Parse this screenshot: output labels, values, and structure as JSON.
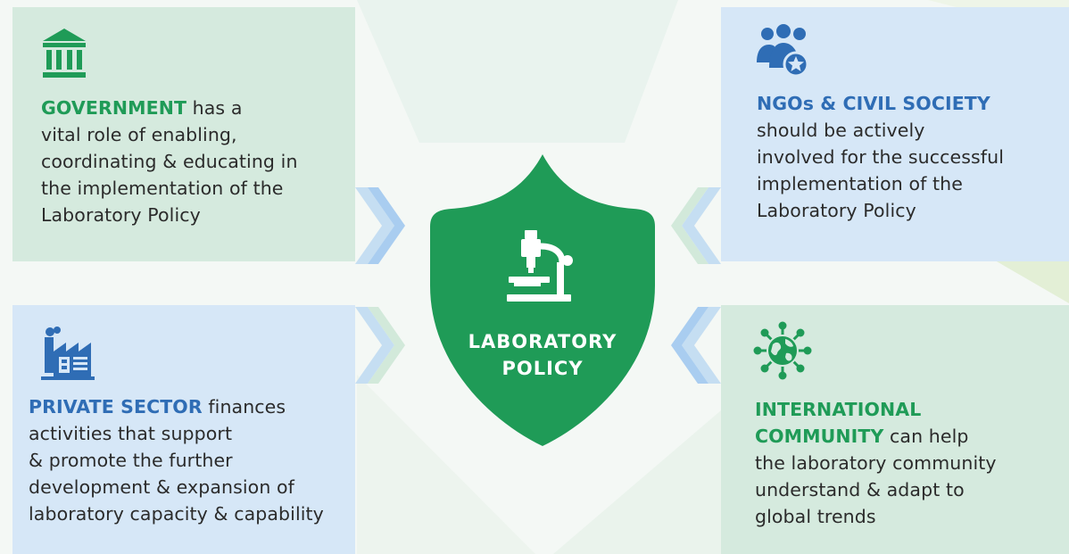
{
  "center": {
    "label_line1": "LABORATORY",
    "label_line2": "POLICY",
    "icon": "microscope-icon",
    "color": "#1f9b57"
  },
  "cards": {
    "government": {
      "icon": "government-building-icon",
      "keyword": "GOVERNMENT",
      "line1_rest": " has a",
      "line2": "vital role of enabling,",
      "line3": "coordinating & educating in",
      "line4": "the implementation of the",
      "line5": "Laboratory Policy",
      "background": "#d5eade",
      "keyword_color": "#1f9b57"
    },
    "ngo": {
      "icon": "people-group-icon",
      "keyword": "NGOs & CIVIL SOCIETY",
      "line2": "should be actively",
      "line3": "involved for the successful",
      "line4": "implementation of the",
      "line5": "Laboratory Policy",
      "background": "#d6e7f7",
      "keyword_color": "#2f6db5"
    },
    "private": {
      "icon": "factory-icon",
      "keyword": "PRIVATE SECTOR",
      "line1_rest": " finances",
      "line2": "activities that support",
      "line3": "& promote the further",
      "line4": "development & expansion of",
      "line5": "laboratory capacity & capability",
      "background": "#d6e7f7",
      "keyword_color": "#2f6db5"
    },
    "international": {
      "icon": "globe-network-icon",
      "keyword_line1": "INTERNATIONAL",
      "keyword_line2": "COMMUNITY",
      "line2_rest": " can help",
      "line3": "the laboratory community",
      "line4": "understand & adapt to",
      "line5": "global trends",
      "background": "#d5eade",
      "keyword_color": "#1f9b57"
    }
  },
  "arrows": {
    "icon": "double-chevron-icon",
    "color_blue": "#a9cdf0",
    "color_green": "#b9e0c8"
  }
}
